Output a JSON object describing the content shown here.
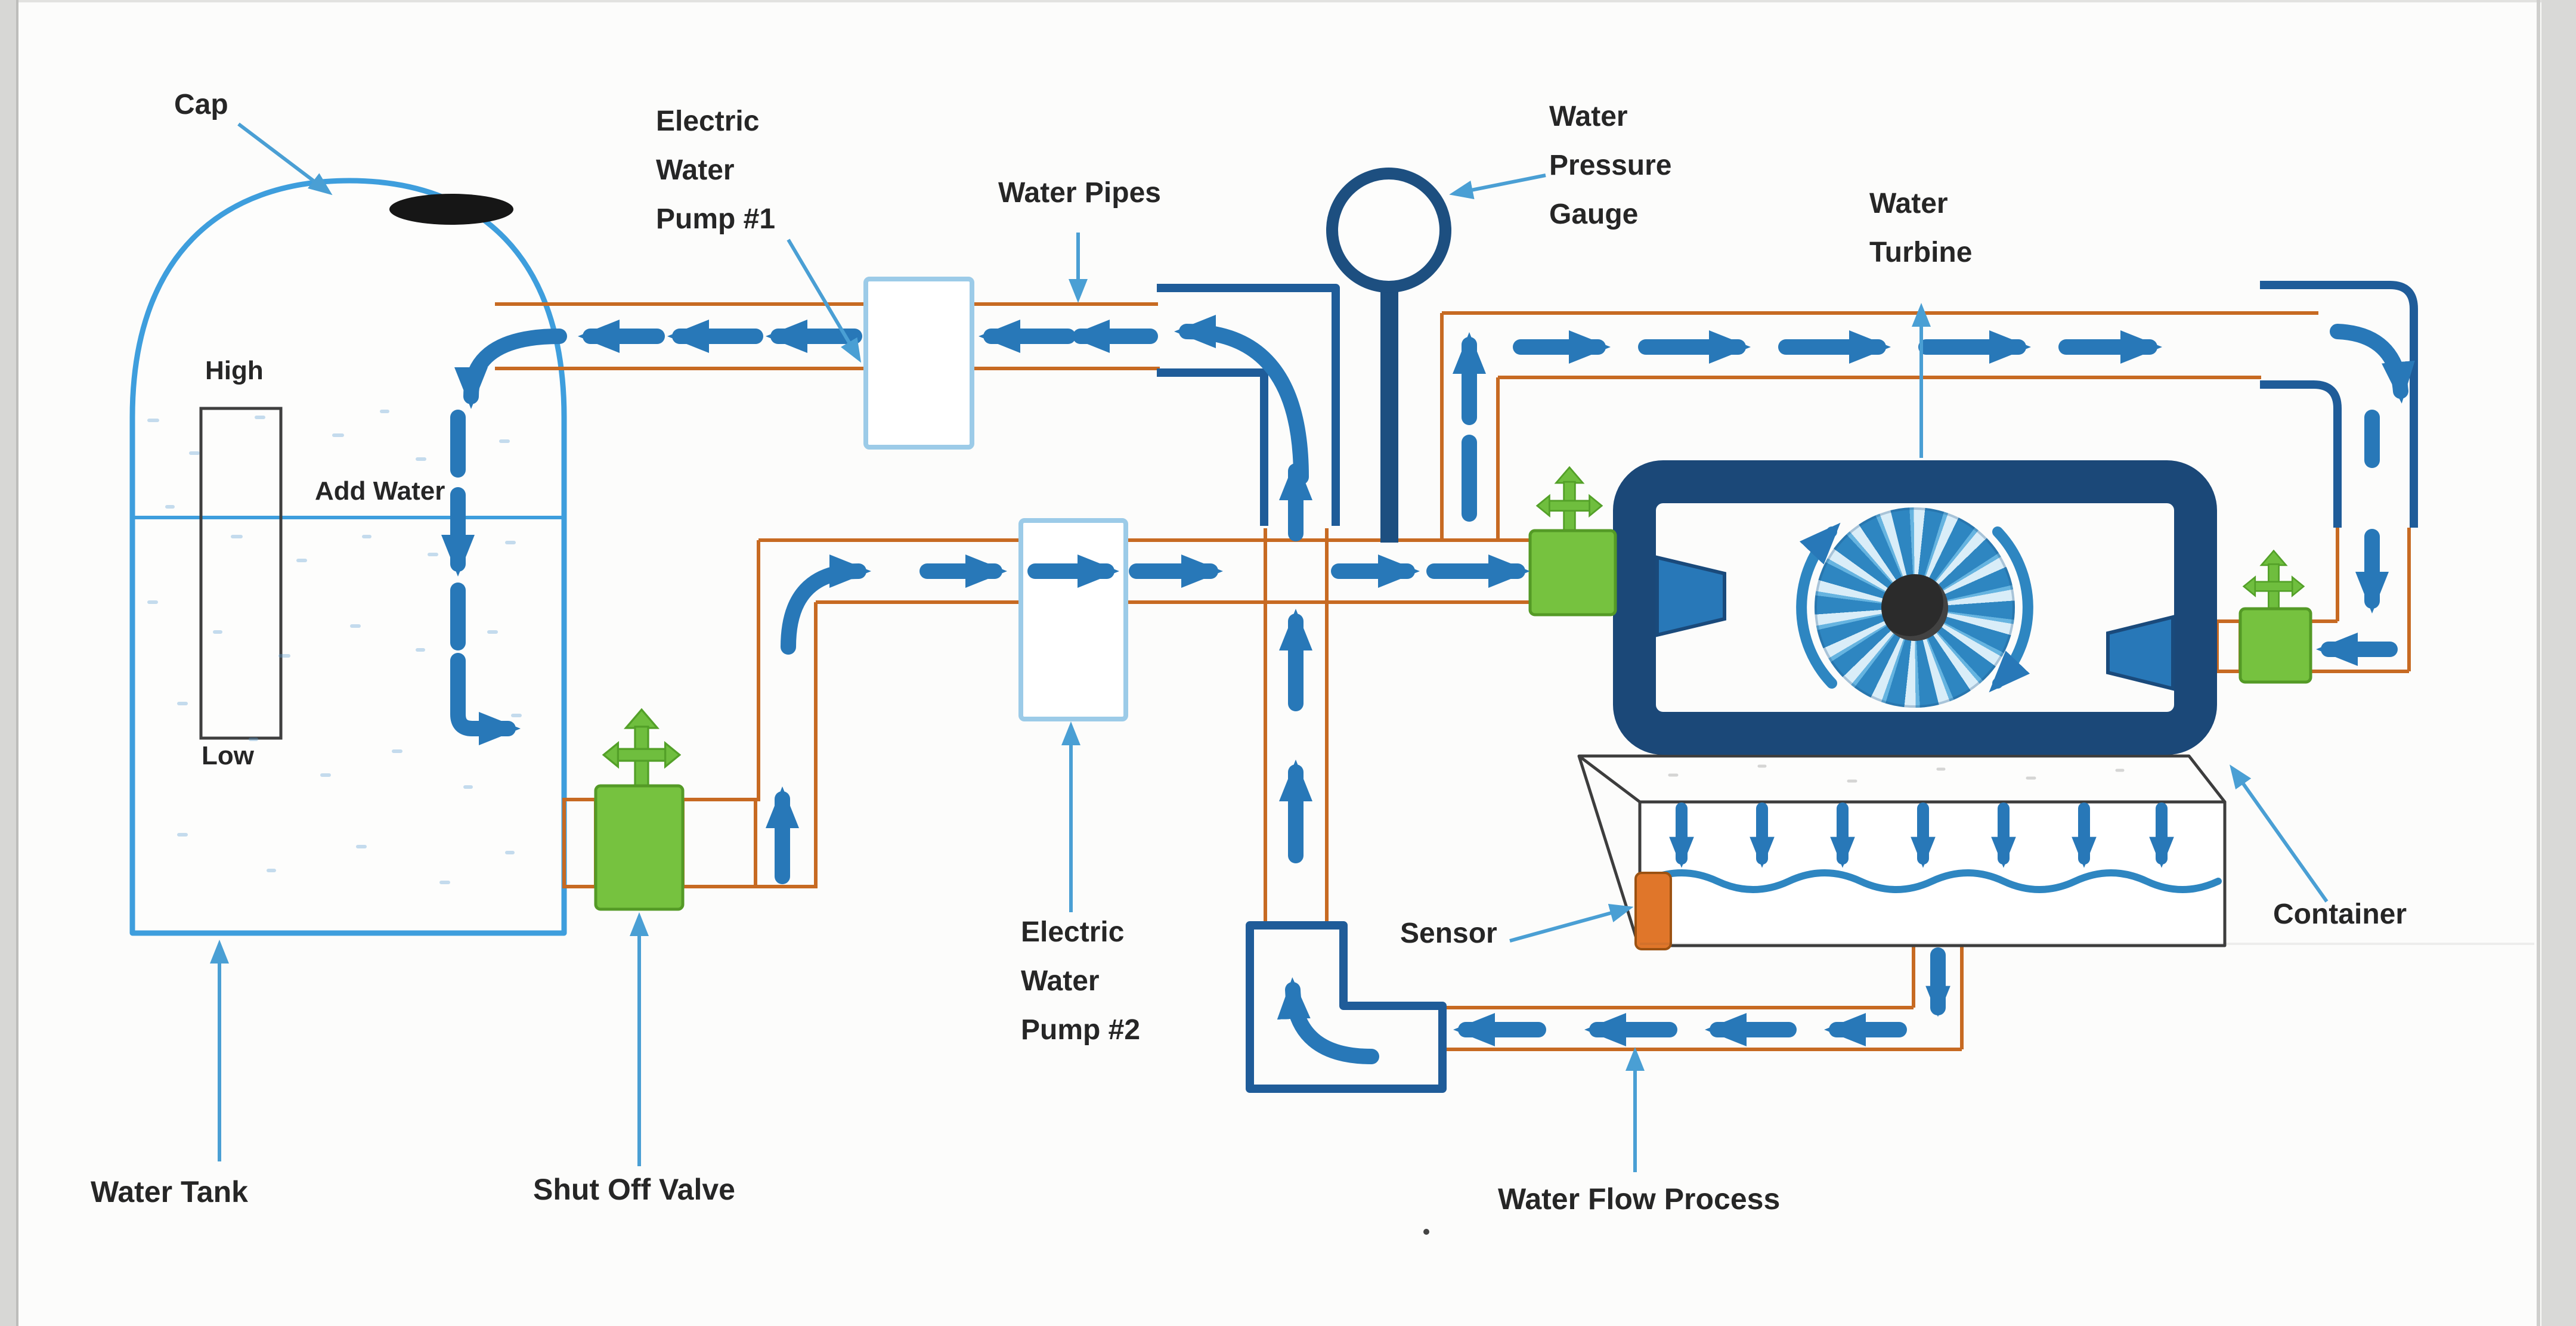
{
  "labels": {
    "cap": "Cap",
    "pump1": {
      "l1": "Electric",
      "l2": "Water",
      "l3": "Pump #1"
    },
    "water_pipes": "Water Pipes",
    "gauge": {
      "l1": "Water",
      "l2": "Pressure",
      "l3": "Gauge"
    },
    "turbine": {
      "l1": "Water",
      "l2": "Turbine"
    },
    "container": "Container",
    "sensor": "Sensor",
    "shut_off_valve": "Shut Off Valve",
    "water_tank": "Water Tank",
    "pump2": {
      "l1": "Electric",
      "l2": "Water",
      "l3": "Pump #2"
    },
    "water_flow_process": "Water Flow Process",
    "tank_high": "High",
    "tank_low": "Low",
    "add_water": "Add Water"
  },
  "colors": {
    "pipe_orange": "#c76a22",
    "flow_blue": "#2878b8",
    "outline_navy": "#1f5c99",
    "housing_navy": "#1b4878",
    "tank_blue": "#3e9edd",
    "valve_green": "#76c23f",
    "sensor_orange": "#e0762a",
    "leader_blue": "#4a9fd4"
  }
}
